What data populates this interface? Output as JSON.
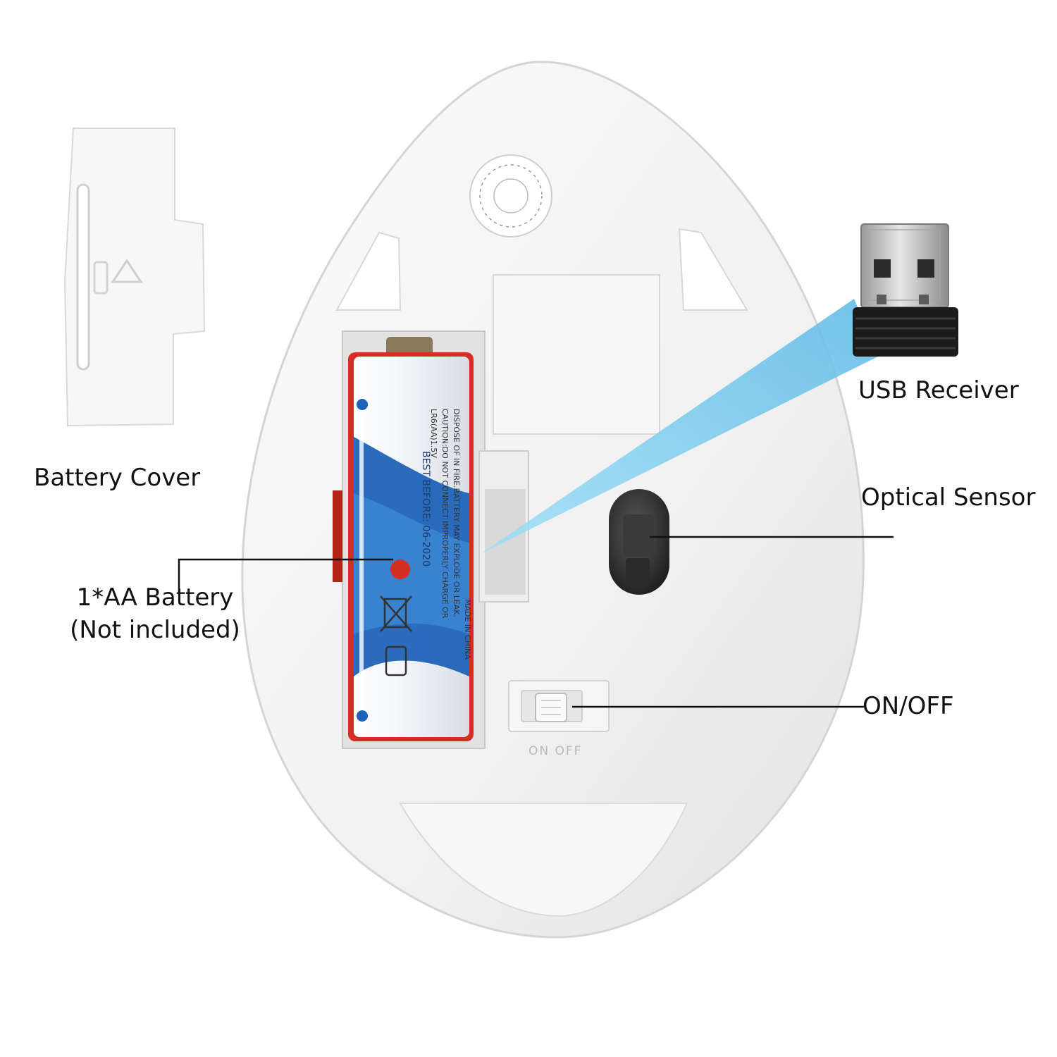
{
  "labels": {
    "battery_cover": "Battery Cover",
    "usb_receiver": "USB Receiver",
    "optical_sensor": "Optical Sensor",
    "battery_line1": "1*AA Battery",
    "battery_line2": "(Not included)",
    "on_off": "ON/OFF"
  },
  "switch_marking": "ON OFF",
  "battery_print": {
    "caution": "CAUTION:DO NOT CONNECT IMPROPERLY CHARGE OR",
    "dispose": "DISPOSE OF IN FIRE.BATTERY MAY EXPLODE OR LEAK.",
    "spec": "LR6(AA)1.5V",
    "made_in": "MADE IN CHINA",
    "best_before": "BEST BEFORE: 06-2020"
  },
  "colors": {
    "mouse_body": "#f3f3f3",
    "battery_blue": "#1f63b8",
    "battery_red": "#c9281e",
    "beam": "#7fcff0",
    "usb_dark": "#1b1b1b"
  }
}
